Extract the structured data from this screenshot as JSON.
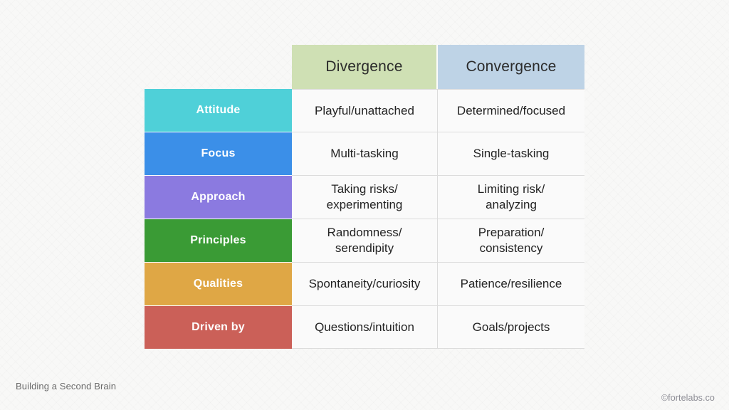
{
  "slide": {
    "background_color": "#f8f8f7",
    "footer_left": "Building a Second Brain",
    "footer_right": "©fortelabs.co"
  },
  "table": {
    "corner_label": "",
    "columns": [
      {
        "label": "Divergence",
        "color": "#cfe0b4"
      },
      {
        "label": "Convergence",
        "color": "#bed3e6"
      }
    ],
    "rows": [
      {
        "label": "Attitude",
        "color": "#4fd0d8",
        "divergence": "Playful/unattached",
        "convergence": "Determined/focused"
      },
      {
        "label": "Focus",
        "color": "#3b8fe8",
        "divergence": "Multi-tasking",
        "convergence": "Single-tasking"
      },
      {
        "label": "Approach",
        "color": "#8b7ae0",
        "divergence": "Taking risks/\nexperimenting",
        "convergence": "Limiting risk/\nanalyzing"
      },
      {
        "label": "Principles",
        "color": "#3a9b35",
        "divergence": "Randomness/\nserendipity",
        "convergence": "Preparation/\nconsistency"
      },
      {
        "label": "Qualities",
        "color": "#dfa745",
        "divergence": "Spontaneity/curiosity",
        "convergence": "Patience/resilience"
      },
      {
        "label": "Driven by",
        "color": "#cb6058",
        "divergence": "Questions/intuition",
        "convergence": "Goals/projects"
      }
    ]
  }
}
